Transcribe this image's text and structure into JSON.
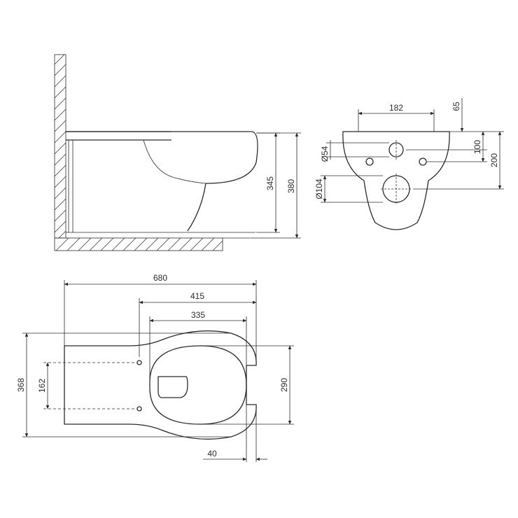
{
  "side_view": {
    "dim_height_rim": "345",
    "dim_height_total": "380"
  },
  "rear_view": {
    "dim_bolt_spacing": "182",
    "dim_offset_top": "65",
    "dim_water_height": "100",
    "dim_bolt_height": "200",
    "dim_inlet_diameter": "Ø54",
    "dim_outlet_diameter": "Ø104"
  },
  "top_view": {
    "dim_length_total": "680",
    "dim_length_mid": "415",
    "dim_length_bowl": "335",
    "dim_width_total": "368",
    "dim_fixing_spacing": "162",
    "dim_seat_width": "290",
    "dim_rim_offset": "40"
  }
}
